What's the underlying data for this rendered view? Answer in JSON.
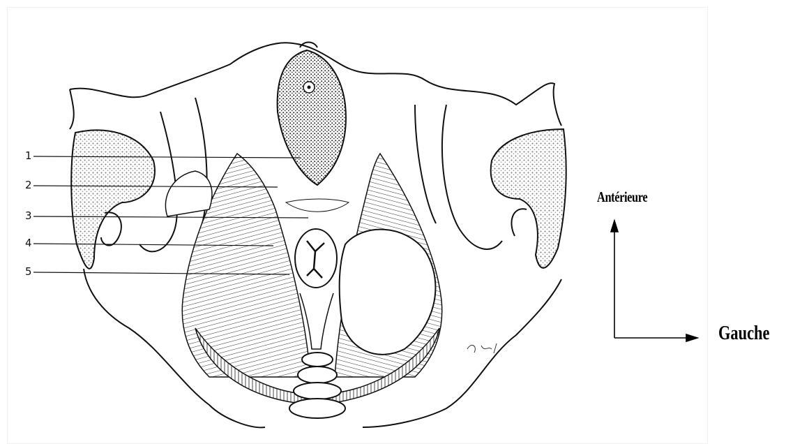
{
  "figure": {
    "callouts": [
      "1",
      "2",
      "3",
      "4",
      "5"
    ]
  },
  "orientation": {
    "up_label": "Antérieure",
    "right_label": "Gauche"
  },
  "colors": {
    "ink": "#111111",
    "bone_shading": "#cfcfcf"
  }
}
